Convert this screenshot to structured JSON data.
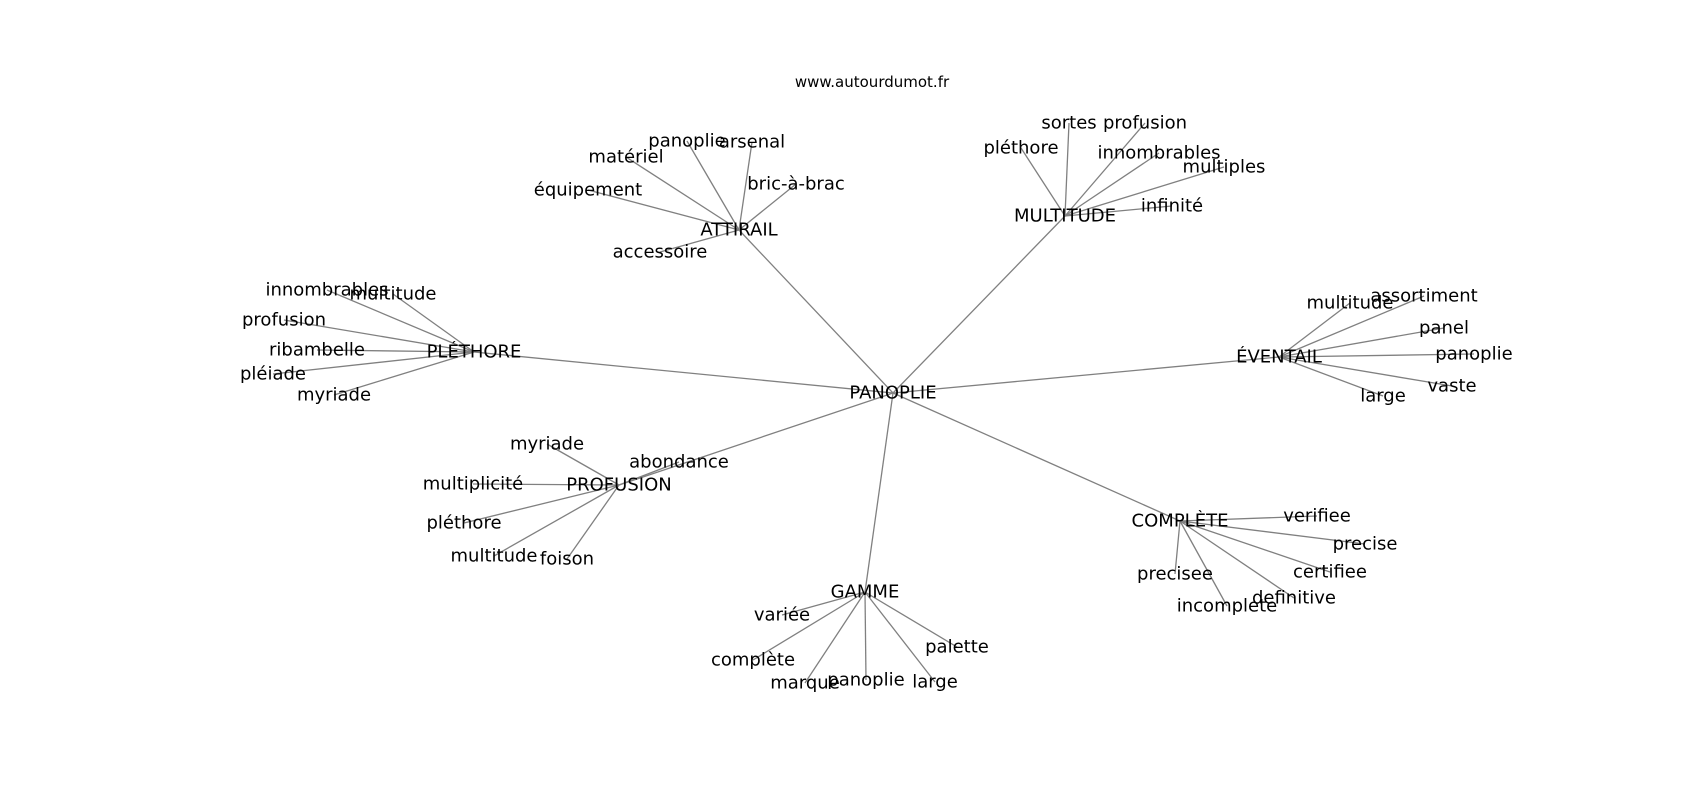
{
  "header": {
    "site": "www.autourdumot.fr"
  },
  "style": {
    "edge_color": "#808080",
    "text_color": "#000000",
    "background": "#ffffff"
  },
  "graph": {
    "root": "PANOPLIE",
    "clusters": [
      {
        "id": "attirail",
        "label": "ATTIRAIL",
        "words": [
          "panoplie",
          "arsenal",
          "matériel",
          "bric-à-brac",
          "équipement",
          "accessoire"
        ]
      },
      {
        "id": "multitude",
        "label": "MULTITUDE",
        "words": [
          "sortes",
          "profusion",
          "pléthore",
          "innombrables",
          "multiples",
          "infinité"
        ]
      },
      {
        "id": "plethore",
        "label": "PLÉTHORE",
        "words": [
          "innombrables",
          "multitude",
          "profusion",
          "ribambelle",
          "pléiade",
          "myriade"
        ]
      },
      {
        "id": "eventail",
        "label": "ÉVENTAIL",
        "words": [
          "multitude",
          "assortiment",
          "panel",
          "panoplie",
          "vaste",
          "large"
        ]
      },
      {
        "id": "profusion",
        "label": "PROFUSION",
        "words": [
          "myriade",
          "abondance",
          "multiplicité",
          "pléthore",
          "multitude",
          "foison"
        ]
      },
      {
        "id": "complete",
        "label": "COMPLÈTE",
        "words": [
          "verifiee",
          "precise",
          "certifiee",
          "precisee",
          "definitive",
          "incomplete"
        ]
      },
      {
        "id": "gamme",
        "label": "GAMME",
        "words": [
          "variée",
          "complète",
          "palette",
          "marque",
          "panoplie",
          "large"
        ]
      }
    ]
  }
}
